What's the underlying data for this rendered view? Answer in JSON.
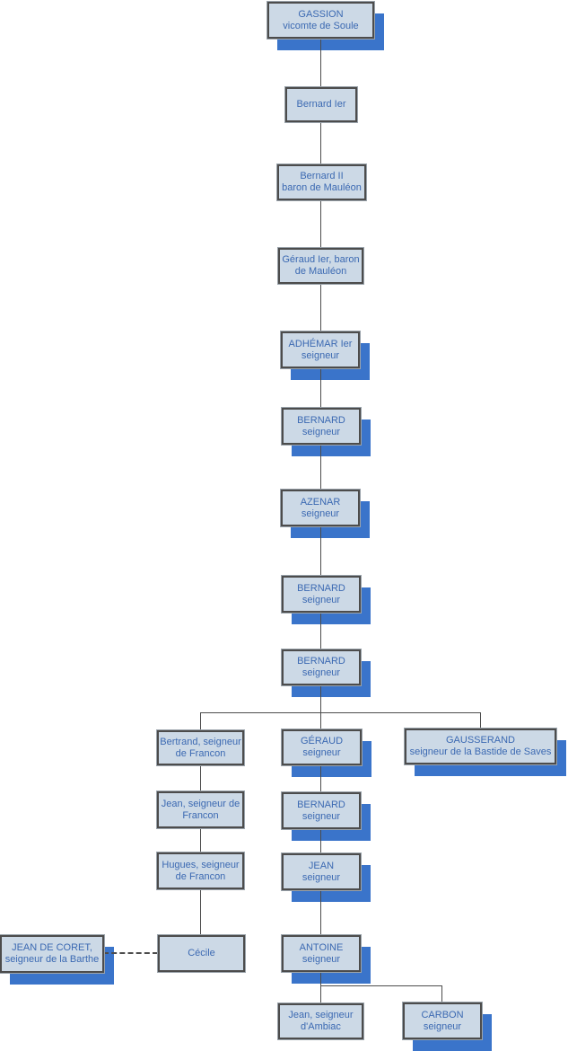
{
  "diagram": {
    "type": "family-tree-org-chart",
    "colors": {
      "box_fill": "#ccd9e6",
      "box_border": "#4c4c4c",
      "text": "#3b69b2",
      "emphasis_shadow": "#3a74ca",
      "connector": "#4c4c4c",
      "background": "#ffffff"
    },
    "nodes": [
      {
        "id": "gassion",
        "label": "GASSION\nvicomte de Soule",
        "emphasized_shadow": true
      },
      {
        "id": "bernard-ier",
        "label": "Bernard Ier",
        "emphasized_shadow": false
      },
      {
        "id": "bernard-ii",
        "label": "Bernard II\nbaron de Mauléon",
        "emphasized_shadow": false
      },
      {
        "id": "geraud-ier",
        "label": "Géraud Ier, baron\nde Mauléon",
        "emphasized_shadow": false
      },
      {
        "id": "adhemar-ier",
        "label": "ADHÉMAR Ier\nseigneur",
        "emphasized_shadow": true
      },
      {
        "id": "bernard-seigneur-1",
        "label": "BERNARD\nseigneur",
        "emphasized_shadow": true
      },
      {
        "id": "azenar",
        "label": "AZENAR\nseigneur",
        "emphasized_shadow": true
      },
      {
        "id": "bernard-seigneur-2",
        "label": "BERNARD\nseigneur",
        "emphasized_shadow": true
      },
      {
        "id": "bernard-seigneur-3",
        "label": "BERNARD\nseigneur",
        "emphasized_shadow": true
      },
      {
        "id": "bertrand-francon",
        "label": "Bertrand, seigneur\nde Francon",
        "emphasized_shadow": false
      },
      {
        "id": "geraud-seigneur",
        "label": "GÉRAUD\nseigneur",
        "emphasized_shadow": true
      },
      {
        "id": "gausserand",
        "label": "GAUSSERAND\nseigneur de la Bastide de Saves",
        "emphasized_shadow": true
      },
      {
        "id": "jean-francon",
        "label": "Jean, seigneur de\nFrancon",
        "emphasized_shadow": false
      },
      {
        "id": "bernard-seigneur-4",
        "label": "BERNARD\nseigneur",
        "emphasized_shadow": true
      },
      {
        "id": "hugues-francon",
        "label": "Hugues, seigneur\nde Francon",
        "emphasized_shadow": false
      },
      {
        "id": "jean-seigneur",
        "label": "JEAN\nseigneur",
        "emphasized_shadow": true
      },
      {
        "id": "jean-de-coret",
        "label": "JEAN DE CORET,\nseigneur de la Barthe",
        "emphasized_shadow": true
      },
      {
        "id": "cecile",
        "label": "Cécile",
        "emphasized_shadow": false
      },
      {
        "id": "antoine",
        "label": "ANTOINE\nseigneur",
        "emphasized_shadow": true
      },
      {
        "id": "jean-ambiac",
        "label": "Jean, seigneur\nd'Ambiac",
        "emphasized_shadow": false
      },
      {
        "id": "carbon",
        "label": "CARBON\nseigneur",
        "emphasized_shadow": true
      }
    ],
    "edges": [
      {
        "from": "gassion",
        "to": "bernard-ier",
        "style": "solid"
      },
      {
        "from": "bernard-ier",
        "to": "bernard-ii",
        "style": "solid"
      },
      {
        "from": "bernard-ii",
        "to": "geraud-ier",
        "style": "solid"
      },
      {
        "from": "geraud-ier",
        "to": "adhemar-ier",
        "style": "solid"
      },
      {
        "from": "adhemar-ier",
        "to": "bernard-seigneur-1",
        "style": "solid"
      },
      {
        "from": "bernard-seigneur-1",
        "to": "azenar",
        "style": "solid"
      },
      {
        "from": "azenar",
        "to": "bernard-seigneur-2",
        "style": "solid"
      },
      {
        "from": "bernard-seigneur-2",
        "to": "bernard-seigneur-3",
        "style": "solid"
      },
      {
        "from": "bernard-seigneur-3",
        "to": "bertrand-francon",
        "style": "solid"
      },
      {
        "from": "bernard-seigneur-3",
        "to": "geraud-seigneur",
        "style": "solid"
      },
      {
        "from": "bernard-seigneur-3",
        "to": "gausserand",
        "style": "solid"
      },
      {
        "from": "bertrand-francon",
        "to": "jean-francon",
        "style": "solid"
      },
      {
        "from": "geraud-seigneur",
        "to": "bernard-seigneur-4",
        "style": "solid"
      },
      {
        "from": "jean-francon",
        "to": "hugues-francon",
        "style": "solid"
      },
      {
        "from": "bernard-seigneur-4",
        "to": "jean-seigneur",
        "style": "solid"
      },
      {
        "from": "hugues-francon",
        "to": "cecile",
        "style": "solid"
      },
      {
        "from": "jean-seigneur",
        "to": "antoine",
        "style": "solid"
      },
      {
        "from": "antoine",
        "to": "jean-ambiac",
        "style": "solid"
      },
      {
        "from": "antoine",
        "to": "carbon",
        "style": "solid"
      },
      {
        "from": "jean-de-coret",
        "to": "cecile",
        "style": "dashed",
        "meaning": "marriage-link"
      }
    ]
  }
}
